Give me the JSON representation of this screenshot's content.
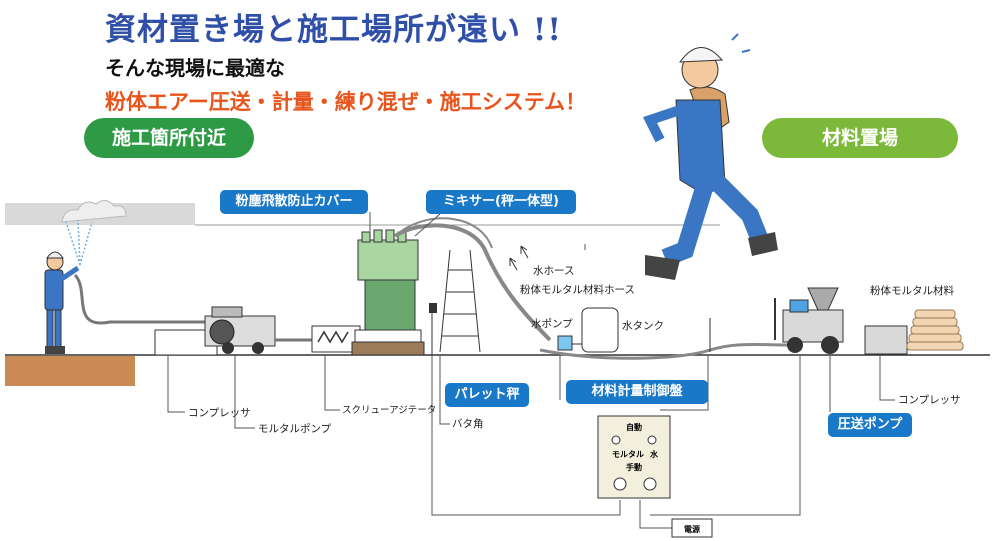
{
  "header": {
    "headline": "資材置き場と施工場所が遠い !!",
    "subtitle1": "そんな現場に最適な",
    "subtitle2": "粉体エアー圧送・計量・練り混ぜ・施工システム！"
  },
  "zones": {
    "site_label": "施工箇所付近",
    "storage_label": "材料置場"
  },
  "callouts": {
    "dust_cover": "粉塵飛散防止カバー",
    "mixer": "ミキサー(秤一体型)",
    "pallet_scale": "パレット秤",
    "control_panel": "材料計量制御盤",
    "pressure_pump": "圧送ポンプ"
  },
  "labels": {
    "water_hose": "水ホース",
    "powder_hose": "粉体モルタル材料ホース",
    "water_pump": "水ポンプ",
    "water_tank": "水タンク",
    "powder_material": "粉体モルタル材料",
    "compressor_left": "コンプレッサ",
    "mortar_pump": "モルタルポンプ",
    "screw_agitator": "スクリューアジテータ",
    "pallet_block": "バタ角",
    "compressor_right": "コンプレッサ",
    "power_source": "電源"
  },
  "panel": {
    "auto": "自動",
    "mortar": "モルタル",
    "water": "水",
    "manual": "手動"
  },
  "colors": {
    "headline": "#2f4fa8",
    "accent_orange": "#e8541b",
    "site_green": "#2e9a45",
    "storage_green": "#7cb93a",
    "callout_blue": "#1a78c9",
    "worker_blue": "#3b76c4",
    "mixer_green": "#a9d5a0"
  }
}
